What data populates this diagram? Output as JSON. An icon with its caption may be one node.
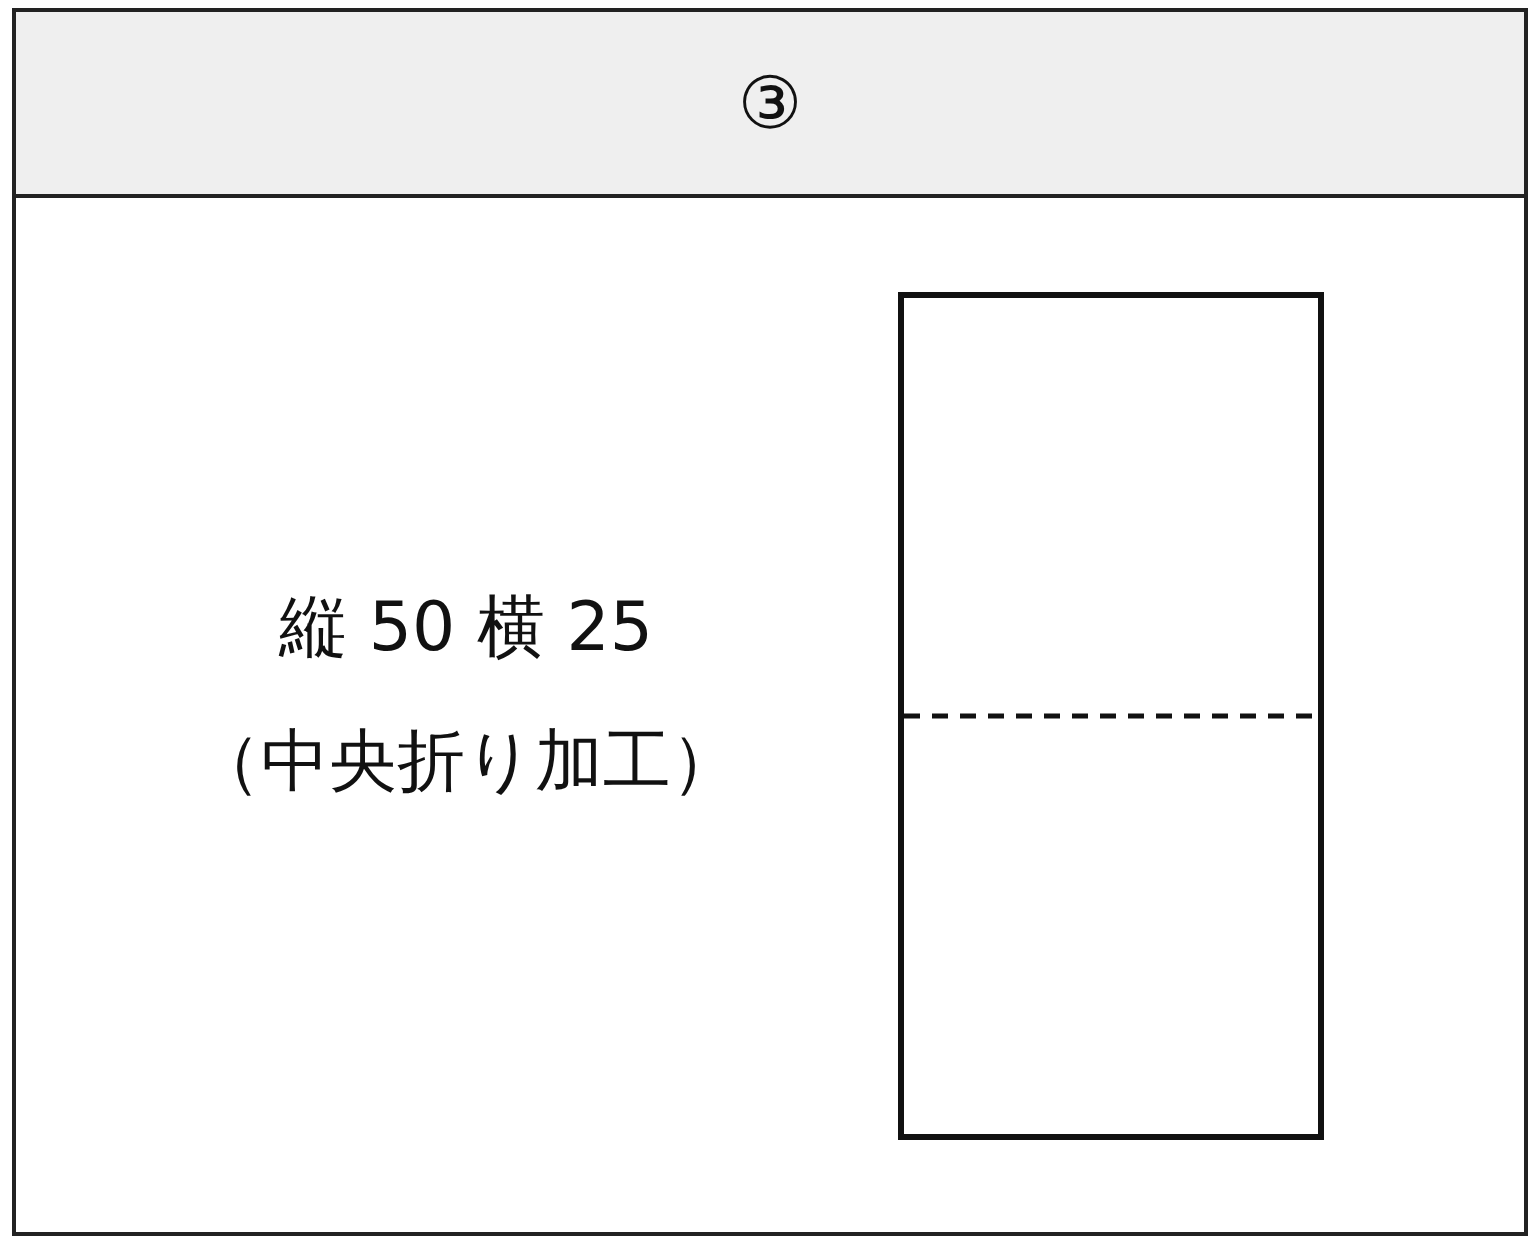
{
  "diagram": {
    "title": "③",
    "labels": [
      "縦 50 横 25",
      "（中央折り加工）"
    ]
  }
}
